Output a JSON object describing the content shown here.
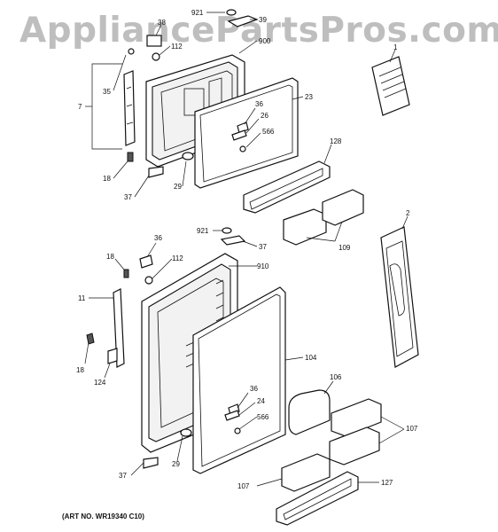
{
  "watermark": "AppliancePartsPros.com",
  "art_number": "(ART NO. WR19340 C10)",
  "labels": {
    "l921a": "921",
    "l39": "39",
    "l38": "38",
    "l112a": "112",
    "l900": "900",
    "l35": "35",
    "l7": "7",
    "l23": "23",
    "l36a": "36",
    "l26": "26",
    "l566a": "566",
    "l128": "128",
    "l18a": "18",
    "l37a": "37",
    "l29a": "29",
    "l1": "1",
    "l109": "109",
    "l2": "2",
    "l921b": "921",
    "l37b": "37",
    "l36b": "36",
    "l18b": "18",
    "l112b": "112",
    "l910": "910",
    "l11": "11",
    "l104": "104",
    "l18c": "18",
    "l124": "124",
    "l106": "106",
    "l36c": "36",
    "l24": "24",
    "l566b": "566",
    "l107a": "107",
    "l37c": "37",
    "l29b": "29",
    "l107b": "107",
    "l127": "127"
  }
}
